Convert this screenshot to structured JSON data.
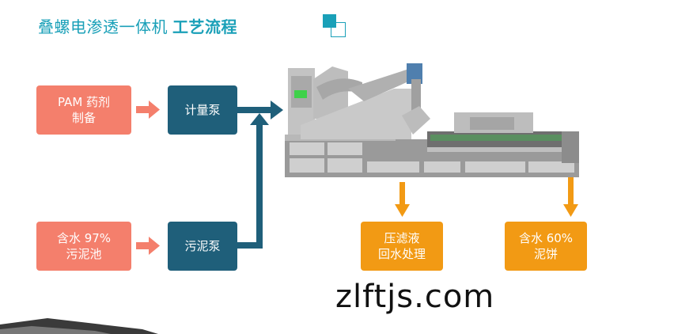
{
  "header": {
    "title_main": "叠螺电渗透一体机",
    "title_bold": "工艺流程"
  },
  "flow": {
    "pam": "PAM 药剂\n制备",
    "metering_pump": "计量泵",
    "sludge_input": "含水 97%\n污泥池",
    "sludge_pump": "污泥泵",
    "filtrate": "压滤液\n回水处理",
    "cake": "含水 60%\n泥饼"
  },
  "watermark": "zlftjs.com",
  "colors": {
    "salmon": "#f47f6c",
    "teal": "#1f5f7a",
    "orange": "#f29a14",
    "accent": "#1aa0b8"
  }
}
